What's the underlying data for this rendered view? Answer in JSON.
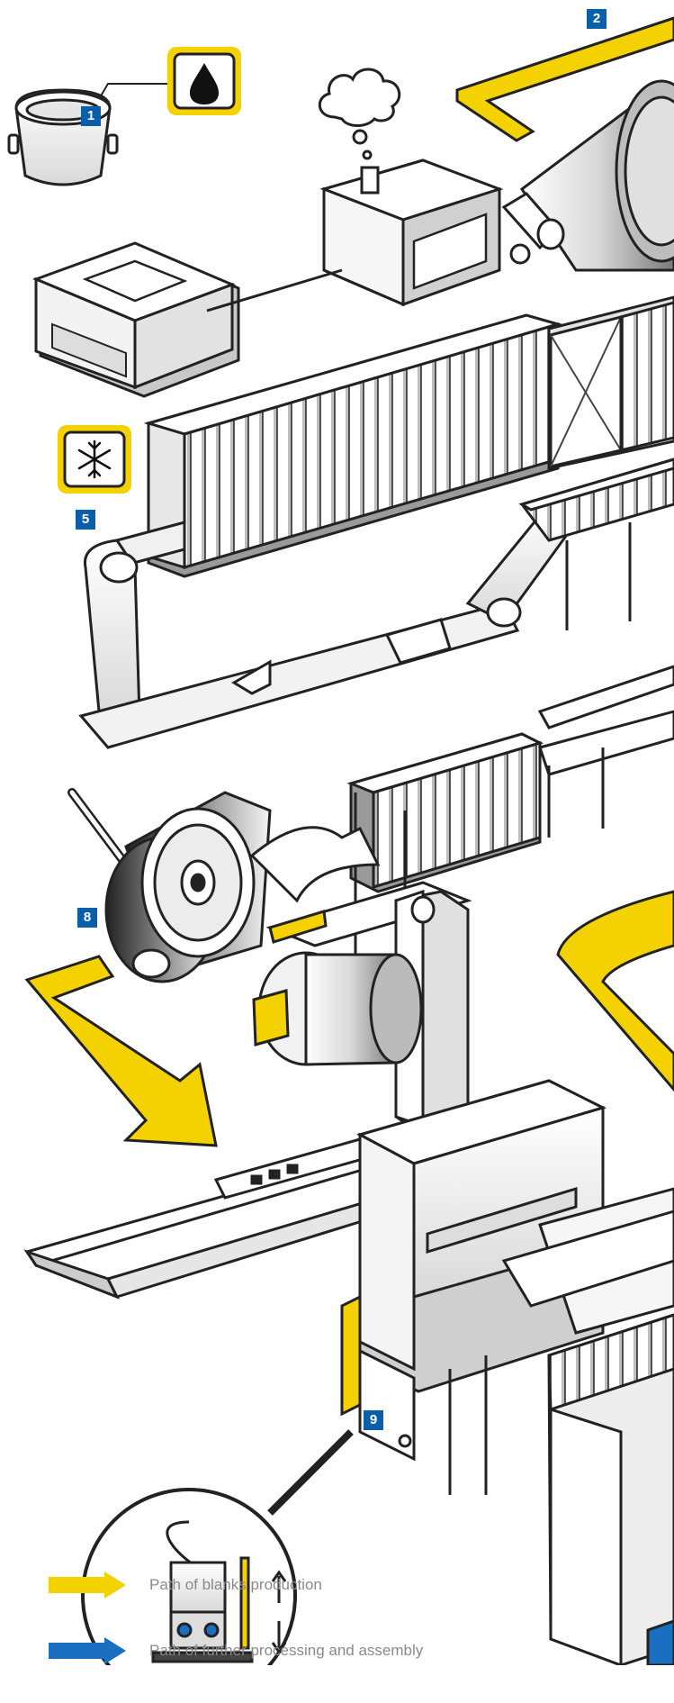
{
  "steps": [
    "1",
    "2",
    "5",
    "8",
    "9"
  ],
  "legend": {
    "blanks_label": "Path of blanks production",
    "blanks_color": "#f4d100",
    "assembly_label": "Path of further processing and assembly",
    "assembly_color": "#1a6fc0"
  },
  "icons": [
    "paint-drop-icon",
    "snowflake-icon",
    "steam-cloud-icon",
    "sensor-probe-icon"
  ]
}
